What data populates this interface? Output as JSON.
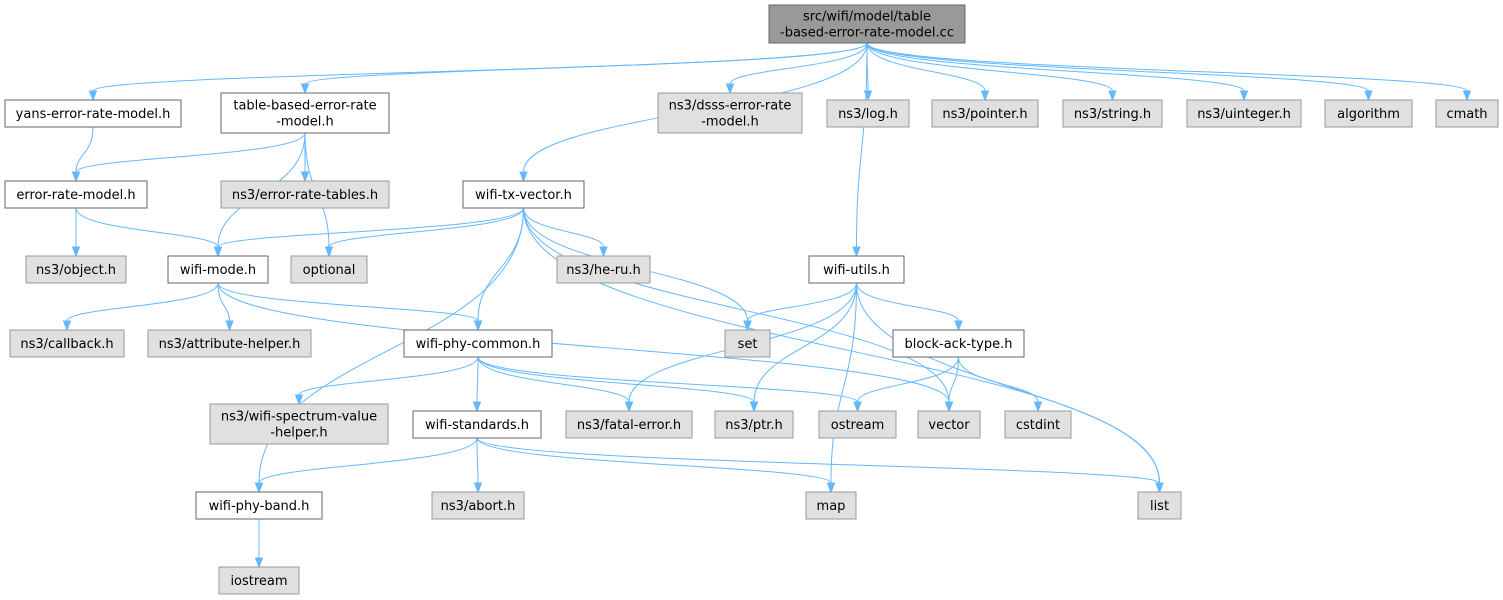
{
  "graph": {
    "colors": {
      "edge": "#63b8ff",
      "root_fill": "#999999",
      "file_fill": "#ffffff",
      "external_fill": "#e0e0e0",
      "border": "#666666"
    },
    "nodes": [
      {
        "id": "root",
        "kind": "root",
        "lines": [
          "src/wifi/model/table",
          "-based-error-rate-model.cc"
        ]
      },
      {
        "id": "yans",
        "kind": "file",
        "lines": [
          "yans-error-rate-model.h"
        ]
      },
      {
        "id": "tber",
        "kind": "file",
        "lines": [
          "table-based-error-rate",
          "-model.h"
        ]
      },
      {
        "id": "dsss",
        "kind": "ext",
        "lines": [
          "ns3/dsss-error-rate",
          "-model.h"
        ]
      },
      {
        "id": "log",
        "kind": "ext",
        "lines": [
          "ns3/log.h"
        ]
      },
      {
        "id": "pointer",
        "kind": "ext",
        "lines": [
          "ns3/pointer.h"
        ]
      },
      {
        "id": "string",
        "kind": "ext",
        "lines": [
          "ns3/string.h"
        ]
      },
      {
        "id": "uinteger",
        "kind": "ext",
        "lines": [
          "ns3/uinteger.h"
        ]
      },
      {
        "id": "algorithm",
        "kind": "ext",
        "lines": [
          "algorithm"
        ]
      },
      {
        "id": "cmath",
        "kind": "ext",
        "lines": [
          "cmath"
        ]
      },
      {
        "id": "erm",
        "kind": "file",
        "lines": [
          "error-rate-model.h"
        ]
      },
      {
        "id": "ert",
        "kind": "ext",
        "lines": [
          "ns3/error-rate-tables.h"
        ]
      },
      {
        "id": "wtx",
        "kind": "file",
        "lines": [
          "wifi-tx-vector.h"
        ]
      },
      {
        "id": "object",
        "kind": "ext",
        "lines": [
          "ns3/object.h"
        ]
      },
      {
        "id": "wmode",
        "kind": "file",
        "lines": [
          "wifi-mode.h"
        ]
      },
      {
        "id": "optional",
        "kind": "ext",
        "lines": [
          "optional"
        ]
      },
      {
        "id": "heru",
        "kind": "ext",
        "lines": [
          "ns3/he-ru.h"
        ]
      },
      {
        "id": "wutils",
        "kind": "file",
        "lines": [
          "wifi-utils.h"
        ]
      },
      {
        "id": "callback",
        "kind": "ext",
        "lines": [
          "ns3/callback.h"
        ]
      },
      {
        "id": "attr",
        "kind": "ext",
        "lines": [
          "ns3/attribute-helper.h"
        ]
      },
      {
        "id": "wpc",
        "kind": "file",
        "lines": [
          "wifi-phy-common.h"
        ]
      },
      {
        "id": "set",
        "kind": "ext",
        "lines": [
          "set"
        ]
      },
      {
        "id": "bat",
        "kind": "file",
        "lines": [
          "block-ack-type.h"
        ]
      },
      {
        "id": "wsvh",
        "kind": "ext",
        "lines": [
          "ns3/wifi-spectrum-value",
          "-helper.h"
        ]
      },
      {
        "id": "wstd",
        "kind": "file",
        "lines": [
          "wifi-standards.h"
        ]
      },
      {
        "id": "fatal",
        "kind": "ext",
        "lines": [
          "ns3/fatal-error.h"
        ]
      },
      {
        "id": "ptr",
        "kind": "ext",
        "lines": [
          "ns3/ptr.h"
        ]
      },
      {
        "id": "ostream",
        "kind": "ext",
        "lines": [
          "ostream"
        ]
      },
      {
        "id": "vector",
        "kind": "ext",
        "lines": [
          "vector"
        ]
      },
      {
        "id": "cstdint",
        "kind": "ext",
        "lines": [
          "cstdint"
        ]
      },
      {
        "id": "wpb",
        "kind": "file",
        "lines": [
          "wifi-phy-band.h"
        ]
      },
      {
        "id": "abort",
        "kind": "ext",
        "lines": [
          "ns3/abort.h"
        ]
      },
      {
        "id": "map",
        "kind": "ext",
        "lines": [
          "map"
        ]
      },
      {
        "id": "list",
        "kind": "ext",
        "lines": [
          "list"
        ]
      },
      {
        "id": "iostream",
        "kind": "ext",
        "lines": [
          "iostream"
        ]
      }
    ],
    "edges": [
      [
        "root",
        "yans"
      ],
      [
        "root",
        "tber"
      ],
      [
        "root",
        "dsss"
      ],
      [
        "root",
        "log"
      ],
      [
        "root",
        "pointer"
      ],
      [
        "root",
        "string"
      ],
      [
        "root",
        "uinteger"
      ],
      [
        "root",
        "algorithm"
      ],
      [
        "root",
        "cmath"
      ],
      [
        "root",
        "wtx"
      ],
      [
        "root",
        "wutils"
      ],
      [
        "yans",
        "erm"
      ],
      [
        "tber",
        "erm"
      ],
      [
        "tber",
        "ert"
      ],
      [
        "tber",
        "wmode"
      ],
      [
        "tber",
        "optional"
      ],
      [
        "erm",
        "object"
      ],
      [
        "erm",
        "wmode"
      ],
      [
        "wtx",
        "wmode"
      ],
      [
        "wtx",
        "optional"
      ],
      [
        "wtx",
        "heru"
      ],
      [
        "wtx",
        "wpc"
      ],
      [
        "wtx",
        "set"
      ],
      [
        "wtx",
        "vector"
      ],
      [
        "wtx",
        "list"
      ],
      [
        "wtx",
        "wpb"
      ],
      [
        "wmode",
        "callback"
      ],
      [
        "wmode",
        "attr"
      ],
      [
        "wmode",
        "wpc"
      ],
      [
        "wmode",
        "vector"
      ],
      [
        "wutils",
        "set"
      ],
      [
        "wutils",
        "bat"
      ],
      [
        "wutils",
        "fatal"
      ],
      [
        "wutils",
        "ptr"
      ],
      [
        "wutils",
        "map"
      ],
      [
        "wutils",
        "list"
      ],
      [
        "wpc",
        "wsvh"
      ],
      [
        "wpc",
        "wstd"
      ],
      [
        "wpc",
        "fatal"
      ],
      [
        "wpc",
        "ptr"
      ],
      [
        "wpc",
        "ostream"
      ],
      [
        "bat",
        "ostream"
      ],
      [
        "bat",
        "vector"
      ],
      [
        "bat",
        "cstdint"
      ],
      [
        "wstd",
        "wpb"
      ],
      [
        "wstd",
        "abort"
      ],
      [
        "wstd",
        "map"
      ],
      [
        "wstd",
        "list"
      ],
      [
        "wpb",
        "iostream"
      ]
    ]
  }
}
